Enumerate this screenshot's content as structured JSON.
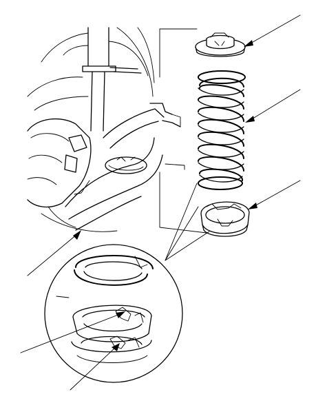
{
  "figure": {
    "kind": "exploded-view line drawing",
    "callouts": [
      {
        "id": "upper-spring-seat",
        "icon": "leader-arrow"
      },
      {
        "id": "coil-spring",
        "icon": "leader-arrow"
      },
      {
        "id": "lower-spring-insulator",
        "icon": "leader-arrow"
      },
      {
        "id": "lower-arm-spring-pocket",
        "icon": "leader-arrow"
      },
      {
        "id": "detail-insulator-step",
        "icon": "leader-arrow"
      },
      {
        "id": "detail-arm-step",
        "icon": "leader-arrow"
      }
    ],
    "colors": {
      "line": "#000000",
      "background": "#ffffff"
    }
  }
}
